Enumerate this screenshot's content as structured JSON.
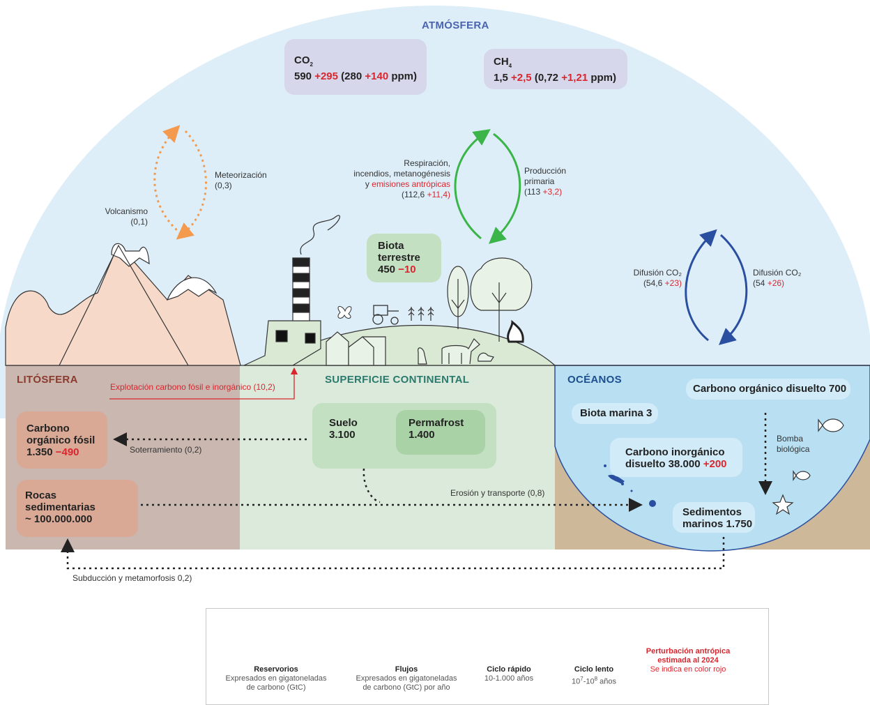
{
  "zones": {
    "atmosphere": "ATMÓSFERA",
    "lithosphere": "LITÓSFERA",
    "continental": "SUPERFICIE CONTINENTAL",
    "oceans": "OCÉANOS"
  },
  "reservoirs": {
    "co2": {
      "name": "CO",
      "sub": "2",
      "base": "590",
      "delta": "+295",
      "ppm_open": "(280",
      "ppm_delta": "+140",
      "ppm_close": "ppm)"
    },
    "ch4": {
      "name": "CH",
      "sub": "4",
      "base": "1,5",
      "delta": "+2,5",
      "ppm_open": "(0,72",
      "ppm_delta": "+1,21",
      "ppm_close": "ppm)"
    },
    "biota_terrestre": {
      "l1": "Biota",
      "l2": "terrestre",
      "base": "450",
      "delta": "−10"
    },
    "carbono_fosil": {
      "l1": "Carbono",
      "l2": "orgánico fósil",
      "base": "1.350",
      "delta": "−490"
    },
    "rocas": {
      "l1": "Rocas",
      "l2": "sedimentarias",
      "l3": "~ 100.000.000"
    },
    "suelo": {
      "l1": "Suelo",
      "l2": "3.100"
    },
    "permafrost": {
      "l1": "Permafrost",
      "l2": "1.400"
    },
    "carbono_org_disuelto": "Carbono orgánico disuelto 700",
    "biota_marina": "Biota marina 3",
    "carbono_inorg": {
      "l1": "Carbono inorgánico",
      "l2": "disuelto 38.000",
      "delta": "+200"
    },
    "sedimentos": {
      "l1": "Sedimentos",
      "l2": "marinos 1.750"
    }
  },
  "fluxes": {
    "meteorizacion": {
      "name": "Meteorización",
      "value": "(0,3)"
    },
    "volcanismo": {
      "name": "Volcanismo",
      "value": "(0,1)"
    },
    "respiracion": {
      "l1": "Respiración,",
      "l2": "incendios, metanogénesis",
      "l3_pre": "y",
      "l3_red": "emisiones antrópicas",
      "v_open": "(112,6",
      "v_delta": "+11,4)"
    },
    "produccion": {
      "l1": "Producción",
      "l2": "primaria",
      "v_open": "(113",
      "v_delta": "+3,2)"
    },
    "difusion_left": {
      "name": "Difusión CO₂",
      "v_open": "(54,6",
      "v_delta": "+23)"
    },
    "difusion_right": {
      "name": "Difusión CO₂",
      "v_open": "(54",
      "v_delta": "+26)"
    },
    "explotacion": "Explotación carbono fósil e inorgánico (10,2)",
    "soterramiento": "Soterramiento (0,2)",
    "erosion": "Erosión y transporte (0,8)",
    "bomba": {
      "l1": "Bomba",
      "l2": "biológica"
    },
    "subduccion": "Subducción y metamorfosis 0,2)"
  },
  "legend": {
    "reservorios": {
      "title": "Reservorios",
      "l1": "Expresados en gigatoneladas",
      "l2": "de carbono (GtC)"
    },
    "flujos": {
      "title": "Flujos",
      "l1": "Expresados en gigatoneladas",
      "l2": "de carbono (GtC) por año"
    },
    "rapido": {
      "title": "Ciclo rápido",
      "l1": "10-1.000 años"
    },
    "lento": {
      "title": "Ciclo lento",
      "l1_a": "10",
      "sup1": "7",
      "l1_b": "-10",
      "sup2": "8",
      "l1_c": " años"
    },
    "perturbacion": {
      "l1": "Perturbación antrópica",
      "l2": "estimada al 2024",
      "l3": "Se indica en color rojo"
    }
  },
  "colors": {
    "sky": "#ddeef8",
    "lithosphere": "#c9b7b0",
    "continental": "#dceadb",
    "ocean": "#b8dff2",
    "seafloor": "#cdb89a",
    "mountain": "#f6d9c9",
    "hill": "#d9e9d4",
    "red": "#d9262e",
    "green_arrow": "#3bb54a",
    "blue_arrow": "#2a4fa0",
    "orange": "#f39a4e"
  }
}
